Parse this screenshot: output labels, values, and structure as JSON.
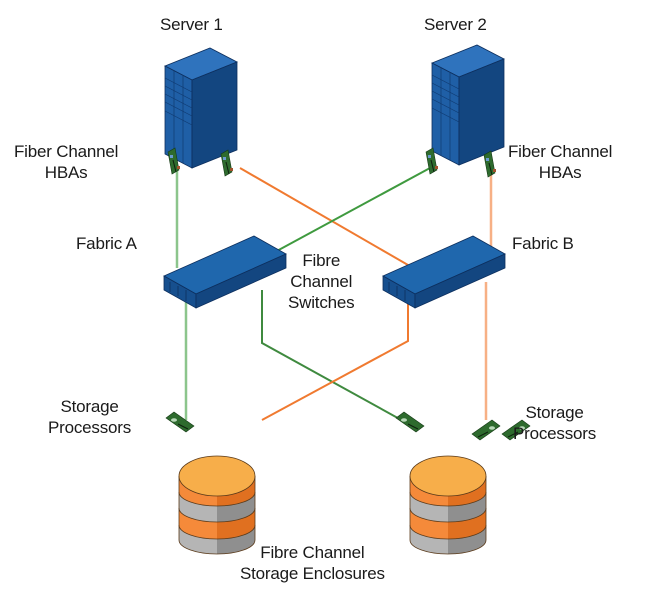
{
  "nodes": {
    "server1": {
      "label": "Server 1"
    },
    "server2": {
      "label": "Server 2"
    },
    "hbas_left": {
      "line1": "Fiber Channel",
      "line2": "HBAs"
    },
    "hbas_right": {
      "line1": "Fiber Channel",
      "line2": "HBAs"
    },
    "fabric_a": {
      "label": "Fabric A"
    },
    "fabric_b": {
      "label": "Fabric B"
    },
    "switches": {
      "line1": "Fibre",
      "line2": "Channel",
      "line3": "Switches"
    },
    "sp_left": {
      "line1": "Storage",
      "line2": "Processors"
    },
    "sp_right": {
      "line1": "Storage",
      "line2": "Processors"
    },
    "enclosures": {
      "line1": "Fibre Channel",
      "line2": "Storage Enclosures"
    }
  },
  "colors": {
    "server_front": "#1f5fa6",
    "server_side": "#123f7a",
    "server_top": "#2f73bd",
    "switch_top": "#1f67ad",
    "switch_side": "#134680",
    "fabric_a_link": "#4a9a4a",
    "fabric_a_link_light": "#8cc58c",
    "fabric_b_link": "#f07a30",
    "fabric_b_link_light": "#f7b085",
    "disk_top": "#f7ae4a",
    "disk_orange": "#f58a3a",
    "disk_gray": "#b5b5b5",
    "card_green": "#2e6b2e"
  },
  "links": [
    {
      "from": "Server 1 HBA 1",
      "to": "Fabric A switch",
      "fabric": "A"
    },
    {
      "from": "Server 1 HBA 2",
      "to": "Fabric B switch",
      "fabric": "B"
    },
    {
      "from": "Server 2 HBA 1",
      "to": "Fabric A switch",
      "fabric": "A"
    },
    {
      "from": "Server 2 HBA 2",
      "to": "Fabric B switch",
      "fabric": "B"
    },
    {
      "from": "Fabric A switch",
      "to": "Enclosure 1 SP A",
      "fabric": "A"
    },
    {
      "from": "Fabric A switch",
      "to": "Enclosure 2 SP A",
      "fabric": "A"
    },
    {
      "from": "Fabric B switch",
      "to": "Enclosure 1 SP B",
      "fabric": "B"
    },
    {
      "from": "Fabric B switch",
      "to": "Enclosure 2 SP B",
      "fabric": "B"
    }
  ]
}
